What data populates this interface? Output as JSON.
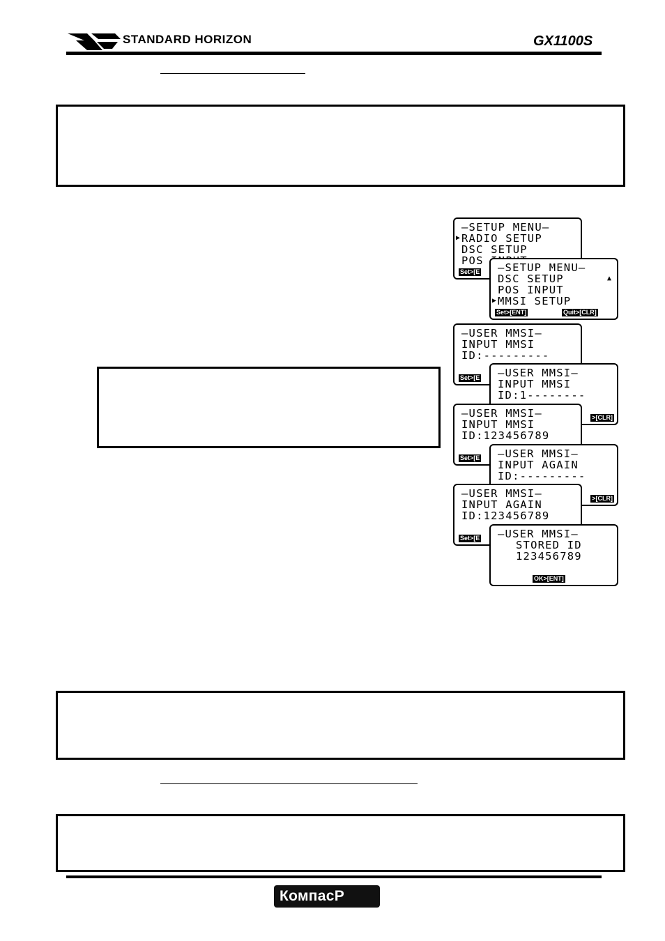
{
  "header": {
    "brand": "STANDARD HORIZON",
    "model": "GX1100S"
  },
  "lcd": [
    {
      "lines": [
        "—SETUP MENU—",
        "RADIO SETUP",
        "DSC SETUP",
        "POS INPUT"
      ],
      "softkeys": [
        "Set>[E"
      ]
    },
    {
      "lines": [
        "—SETUP MENU—",
        "DSC SETUP",
        "POS INPUT",
        "MMSI SETUP"
      ],
      "softkeys": [
        "Set>[ENT]",
        "Quit>[CLR]"
      ]
    },
    {
      "lines": [
        "—USER MMSI—",
        "INPUT MMSI",
        "ID:---------"
      ],
      "softkeys": [
        "Set>[E"
      ]
    },
    {
      "lines": [
        "—USER MMSI—",
        "INPUT MMSI",
        "ID:1--------"
      ],
      "softkeys": [
        ">[CLR]"
      ]
    },
    {
      "lines": [
        "—USER MMSI—",
        "INPUT MMSI",
        "ID:123456789"
      ],
      "softkeys": [
        "Set>[E"
      ]
    },
    {
      "lines": [
        "—USER MMSI—",
        "INPUT AGAIN",
        "ID:---------"
      ],
      "softkeys": [
        ">[CLR]"
      ]
    },
    {
      "lines": [
        "—USER MMSI—",
        "INPUT AGAIN",
        "ID:123456789"
      ],
      "softkeys": [
        "Set>[E"
      ]
    },
    {
      "lines": [
        "—USER MMSI—",
        "STORED ID",
        "123456789"
      ],
      "softkeys": [
        "OK>[ENT]"
      ]
    }
  ],
  "footer": {
    "logo": "КомпасР"
  }
}
